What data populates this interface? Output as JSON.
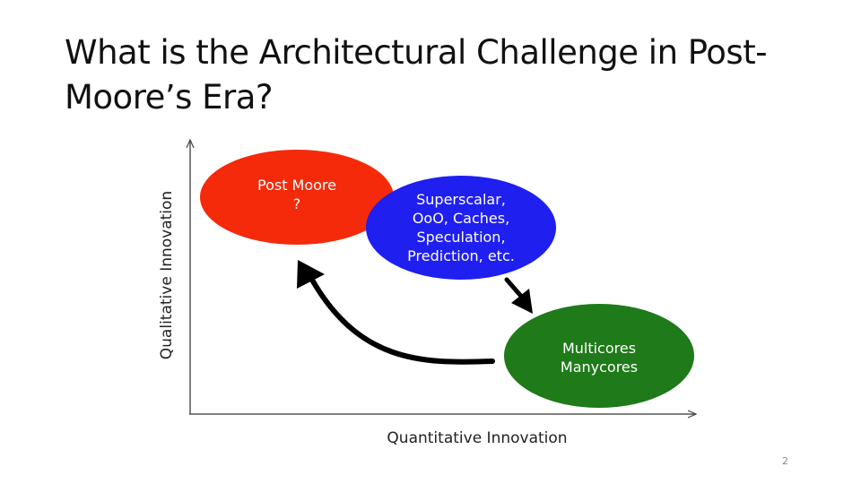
{
  "slide": {
    "title_line1": "What is the Architectural Challenge in Post-",
    "title_line2": "Moore’s Era?",
    "page_number": "2"
  },
  "diagram": {
    "x_axis_label": "Quantitative Innovation",
    "y_axis_label": "Qualitative Innovation",
    "nodes": [
      {
        "id": "post-moore",
        "lines": [
          "Post Moore",
          "?"
        ],
        "color": "#f52a0a"
      },
      {
        "id": "superscalar",
        "lines": [
          "Superscalar,",
          "OoO, Caches,",
          "Speculation,",
          "Prediction, etc."
        ],
        "color": "#1f1ff0"
      },
      {
        "id": "multicores",
        "lines": [
          "Multicores",
          "Manycores"
        ],
        "color": "#1f7a1a"
      }
    ],
    "arrow_color": "#000000"
  }
}
